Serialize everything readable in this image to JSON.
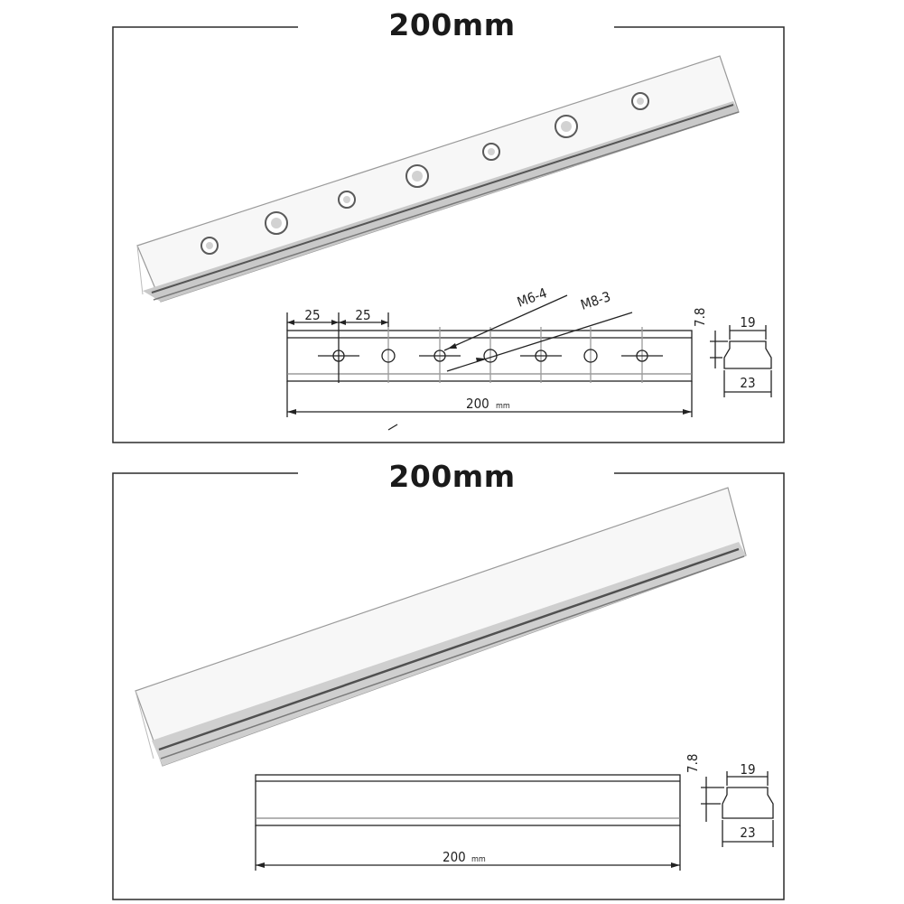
{
  "panels": [
    {
      "title": "200mm",
      "dimensions": {
        "spacing_a": "25",
        "spacing_b": "25",
        "callout_m6": "M6-4",
        "callout_m8": "M8-3",
        "length": "200",
        "length_unit": "mm",
        "height": "7.8",
        "top_width": "19",
        "bottom_width": "23"
      }
    },
    {
      "title": "200mm",
      "dimensions": {
        "length": "200",
        "length_unit": "mm",
        "height": "7.8",
        "top_width": "19",
        "bottom_width": "23"
      }
    }
  ],
  "colors": {
    "rail_face": "#f7f7f7",
    "rail_edge": "#8d8d8d",
    "line": "#222222",
    "frame": "#2b2b2b"
  }
}
